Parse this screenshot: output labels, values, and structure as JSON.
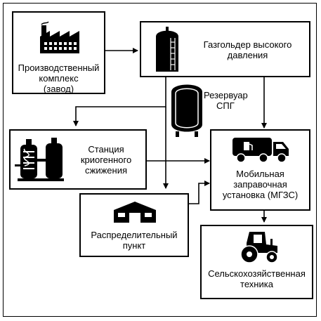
{
  "nodes": {
    "factory": {
      "lines": [
        "Производственный",
        "комплекс",
        "(завод)"
      ],
      "icon": "factory-icon"
    },
    "holder": {
      "lines": [
        "Газгольдер высокого",
        "давления"
      ],
      "icon": "gas-holder-tank-icon"
    },
    "tank": {
      "lines": [
        "Резервуар",
        "СПГ"
      ],
      "icon": "lng-tank-icon"
    },
    "station": {
      "lines": [
        "Станция",
        "криогенного",
        "сжижения"
      ],
      "icon": "cryogenic-plant-icon"
    },
    "mobile": {
      "lines": [
        "Мобильная",
        "заправочная",
        "установка (МГЗС)"
      ],
      "icon": "fuel-truck-icon"
    },
    "depot": {
      "lines": [
        "Распределительный",
        "пункт"
      ],
      "icon": "warehouse-icon"
    },
    "farm": {
      "lines": [
        "Сельскохозяйственная",
        "техника"
      ],
      "icon": "tractor-icon"
    }
  },
  "edges": [
    {
      "from": "factory",
      "to": "holder"
    },
    {
      "from": "holder",
      "to": "mobile"
    },
    {
      "from": "holder",
      "to": "station"
    },
    {
      "from": "holder",
      "to": "depot"
    },
    {
      "from": "station",
      "to": "mobile"
    },
    {
      "from": "depot",
      "to": "mobile"
    },
    {
      "from": "mobile",
      "to": "farm"
    }
  ]
}
